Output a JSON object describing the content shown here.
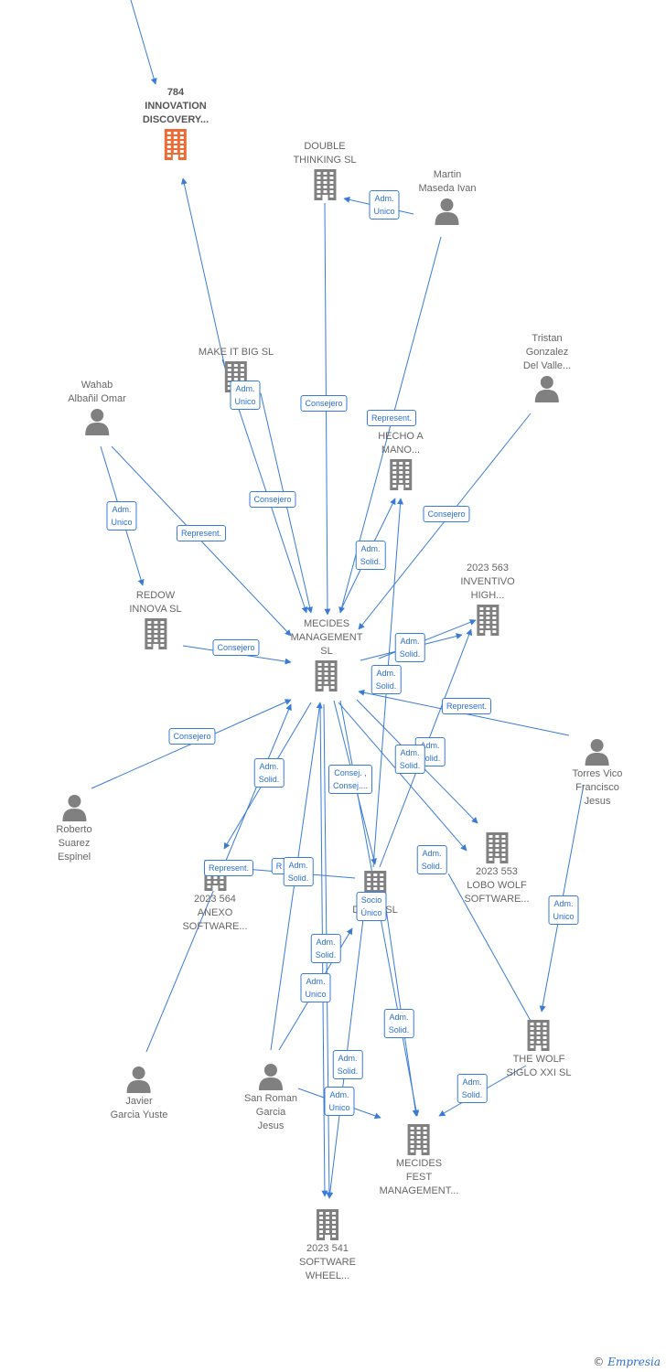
{
  "colors": {
    "edge": "#3a7bd5",
    "company": "#808080",
    "highlight": "#f06a35",
    "person": "#808080"
  },
  "nodes": [
    {
      "id": "784",
      "type": "company",
      "label": "784\nINNOVATION\nDISCOVERY...",
      "highlight": true,
      "icon": "building-icon"
    },
    {
      "id": "double",
      "type": "company",
      "label": "DOUBLE\nTHINKING SL",
      "icon": "building-icon"
    },
    {
      "id": "martin",
      "type": "person",
      "label": "Martin\nMaseda Ivan",
      "icon": "person-icon"
    },
    {
      "id": "makeit",
      "type": "company",
      "label": "MAKE IT BIG  SL",
      "icon": "building-icon"
    },
    {
      "id": "tristan",
      "type": "person",
      "label": "Tristan\nGonzalez\nDel Valle...",
      "icon": "person-icon"
    },
    {
      "id": "wahab",
      "type": "person",
      "label": "Wahab\nAlbañil Omar",
      "icon": "person-icon"
    },
    {
      "id": "hecho",
      "type": "company",
      "label": "HECHO A\nMANO...",
      "icon": "building-icon"
    },
    {
      "id": "inventivo",
      "type": "company",
      "label": "2023 563\nINVENTIVO\nHIGH...",
      "icon": "building-icon"
    },
    {
      "id": "redow",
      "type": "company",
      "label": "REDOW\nINNOVA  SL",
      "icon": "building-icon"
    },
    {
      "id": "mecides",
      "type": "company",
      "label": "MECIDES\nMANAGEMENT\nSL",
      "icon": "building-icon"
    },
    {
      "id": "torres",
      "type": "person",
      "label": "Torres Vico\nFrancisco\nJesus",
      "icon": "person-icon"
    },
    {
      "id": "roberto",
      "type": "person",
      "label": "Roberto\nSuarez\nEspinel",
      "icon": "person-icon"
    },
    {
      "id": "lobo",
      "type": "company",
      "label": "2023 553\nLOBO WOLF\nSOFTWARE...",
      "icon": "building-icon"
    },
    {
      "id": "anexo",
      "type": "company",
      "label": "2023 564\nANEXO\nSOFTWARE...",
      "icon": "building-icon"
    },
    {
      "id": "dodo",
      "type": "company",
      "label": "DODO  SL",
      "icon": "building-icon"
    },
    {
      "id": "wolf",
      "type": "company",
      "label": "THE WOLF\nSIGLO XXI  SL",
      "icon": "building-icon"
    },
    {
      "id": "javier",
      "type": "person",
      "label": "Javier\nGarcia Yuste",
      "icon": "person-icon"
    },
    {
      "id": "sanroman",
      "type": "person",
      "label": "San Roman\nGarcia\nJesus",
      "icon": "person-icon"
    },
    {
      "id": "fest",
      "type": "company",
      "label": "MECIDES\nFEST\nMANAGEMENT...",
      "icon": "building-icon"
    },
    {
      "id": "wheel",
      "type": "company",
      "label": "2023 541\nSOFTWARE\nWHEEL...",
      "icon": "building-icon"
    }
  ],
  "edge_labels": [
    "Adm.\nUnico",
    "Consejero",
    "Represent.",
    "Adm.\nUnico",
    "Consejero",
    "Adm.\nUnico",
    "Represent.",
    "Adm.\nSolid.",
    "Consejero",
    "Consejero",
    "Adm.\nSolid.",
    "Adm.\nSolid.",
    "Represent.",
    "Consejero",
    "Adm.\nSolid.",
    "Adm.\nSolid.",
    "Consej. ,\nConsej....",
    "Adm.\nSolid.",
    "Adm.\nSolid.",
    "Represent.",
    "R",
    "Adm.\nSolid.",
    "Socio\nÚnico",
    "Adm.\nUnico",
    "Adm.\nSolid.",
    "Adm.\nUnico",
    "Adm.\nSolid.",
    "Adm.\nSolid.",
    "Adm.\nUnico",
    "Adm.\nSolid."
  ],
  "copyright": {
    "symbol": "©",
    "brand": "Empresia"
  }
}
